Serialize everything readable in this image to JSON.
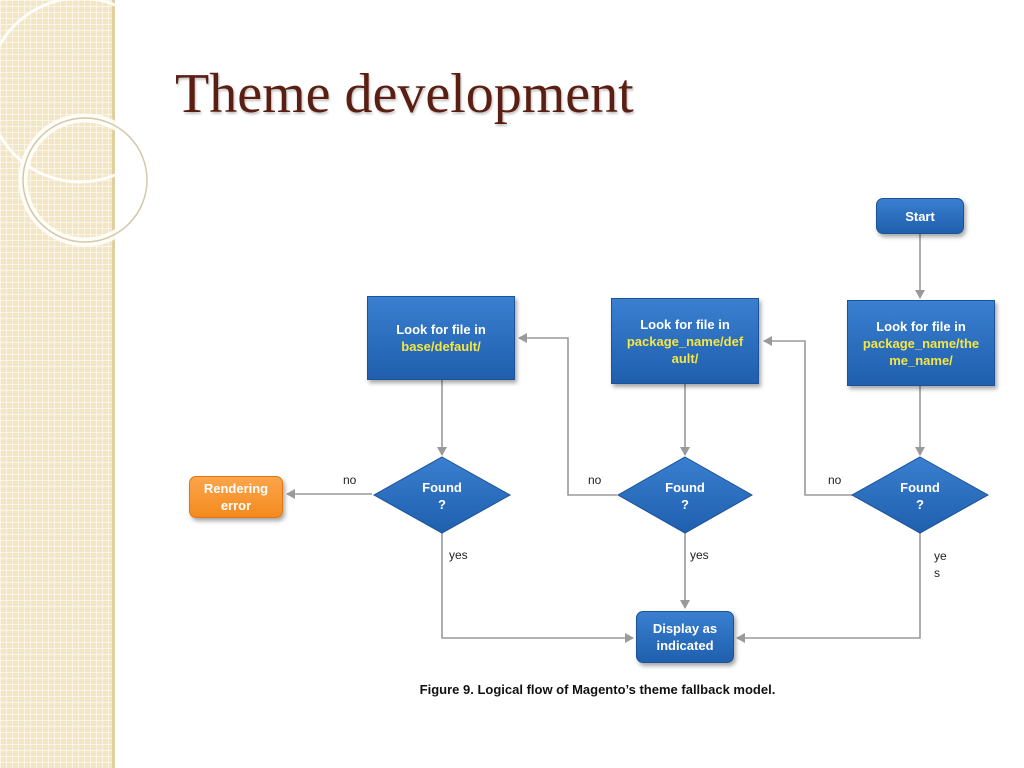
{
  "slide": {
    "title": "Theme development"
  },
  "flowchart": {
    "start": "Start",
    "look_theme": {
      "line1": "Look for file in",
      "line2": "package_name/the",
      "line3": "me_name/"
    },
    "look_default": {
      "line1": "Look for file in",
      "line2": "package_name/def",
      "line3": "ault/"
    },
    "look_base": {
      "line1": "Look for file in",
      "line2": "base/default/"
    },
    "found_1": {
      "line1": "Found",
      "line2": "?"
    },
    "found_2": {
      "line1": "Found",
      "line2": "?"
    },
    "found_3": {
      "line1": "Found",
      "line2": "?"
    },
    "no_1": "no",
    "no_2": "no",
    "no_3": "no",
    "yes_1": {
      "line1": "ye",
      "line2": "s"
    },
    "yes_2": "yes",
    "yes_3": "yes",
    "display": {
      "line1": "Display as",
      "line2": "indicated"
    },
    "error": {
      "line1": "Rendering",
      "line2": "error"
    },
    "caption": "Figure 9. Logical flow of Magento’s theme fallback model."
  },
  "colors": {
    "box_blue": "#2a6fc4",
    "box_orange": "#f48a1e",
    "highlight_text": "#f5e642",
    "title_text": "#5a1f12",
    "connector": "#9a9a9a"
  }
}
